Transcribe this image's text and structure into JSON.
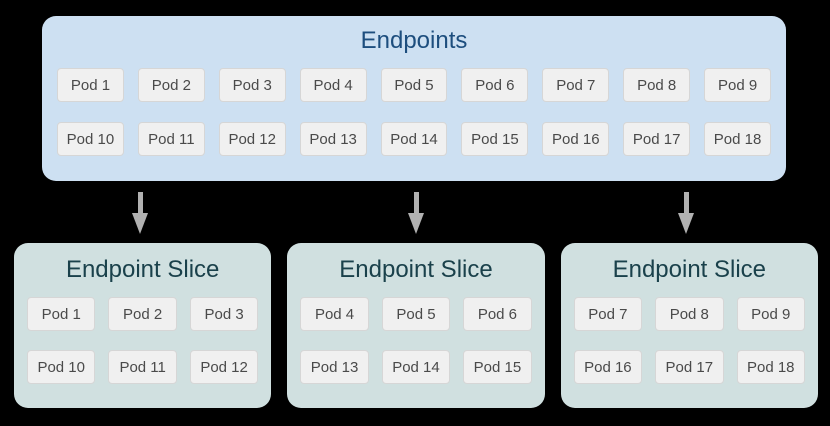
{
  "diagram": {
    "background_color": "#000000",
    "endpoints": {
      "title": "Endpoints",
      "bg_color": "#cde0f2",
      "title_color": "#1d4e7e",
      "rows": [
        [
          "Pod 1",
          "Pod 2",
          "Pod 3",
          "Pod 4",
          "Pod 5",
          "Pod 6",
          "Pod 7",
          "Pod 8",
          "Pod 9"
        ],
        [
          "Pod 10",
          "Pod 11",
          "Pod 12",
          "Pod 13",
          "Pod 14",
          "Pod 15",
          "Pod 16",
          "Pod 17",
          "Pod 18"
        ]
      ]
    },
    "arrows": {
      "count": 3,
      "color": "#b1b1b1",
      "direction": "down"
    },
    "slices": [
      {
        "title": "Endpoint Slice",
        "rows": [
          [
            "Pod 1",
            "Pod 2",
            "Pod 3"
          ],
          [
            "Pod 10",
            "Pod 11",
            "Pod 12"
          ]
        ]
      },
      {
        "title": "Endpoint Slice",
        "rows": [
          [
            "Pod 4",
            "Pod 5",
            "Pod 6"
          ],
          [
            "Pod 13",
            "Pod 14",
            "Pod 15"
          ]
        ]
      },
      {
        "title": "Endpoint Slice",
        "rows": [
          [
            "Pod 7",
            "Pod 8",
            "Pod 9"
          ],
          [
            "Pod 16",
            "Pod 17",
            "Pod 18"
          ]
        ]
      }
    ],
    "slice_style": {
      "bg_color": "#d0e0e0",
      "title_color": "#1a414b"
    },
    "pod_style": {
      "bg_color": "#f0f0f0",
      "border_color": "#d6d6d6",
      "text_color": "#4a4a4a"
    }
  }
}
